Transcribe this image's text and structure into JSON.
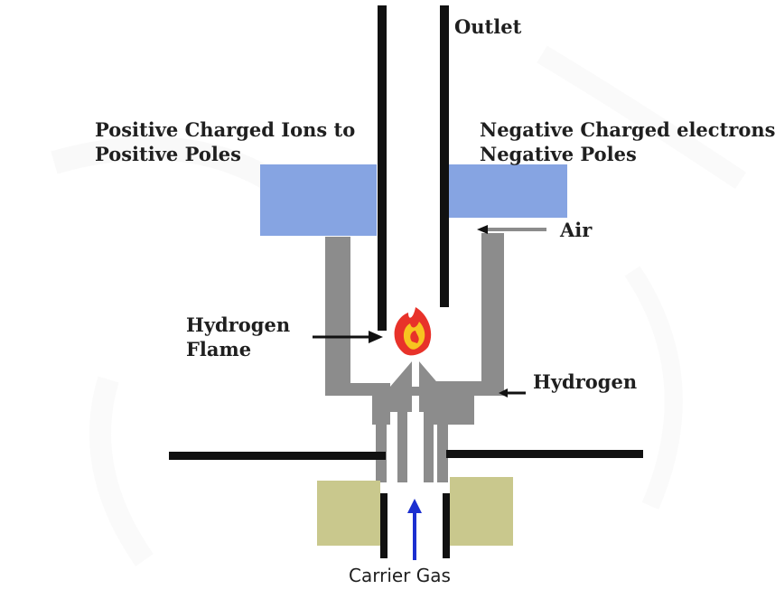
{
  "labels": {
    "outlet": "Outlet",
    "positive_line1": "Positive Charged Ions to",
    "positive_line2": "Positive Poles",
    "negative_line1": "Negative Charged electrons",
    "negative_line2": "Negative Poles",
    "air": "Air",
    "flame_line1": "Hydrogen",
    "flame_line2": "Flame",
    "hydrogen": "Hydrogen",
    "carrier_gas": "Carrier Gas"
  },
  "colors": {
    "pole_block": "#86a4e2",
    "heater_block": "#c9c88d",
    "tube_gray": "#8c8c8c",
    "wall_black": "#111111",
    "carrier_arrow": "#1c2fd0",
    "flame_outer": "#e8322a",
    "flame_inner": "#f7c520"
  }
}
